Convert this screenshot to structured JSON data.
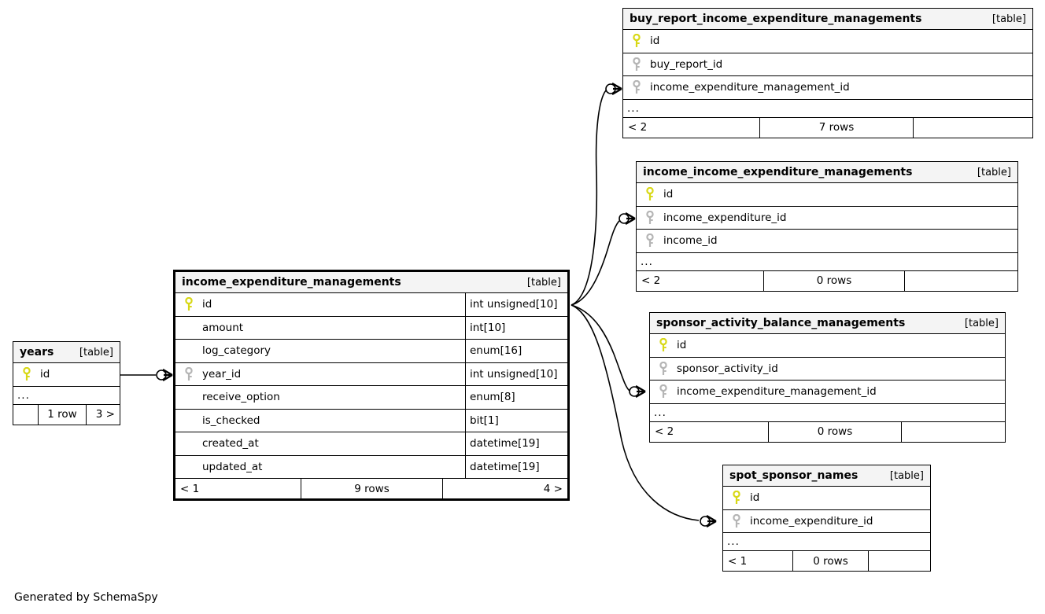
{
  "diagram": {
    "generator_credit": "Generated by SchemaSpy",
    "table_kind_label": "[table]",
    "ellipsis": "...",
    "colors": {
      "primary_key": "#e8e817",
      "foreign_key": "#b5b5b5",
      "header_background": "#f4f4f4",
      "border": "#000000",
      "background": "#ffffff"
    }
  },
  "tables": [
    {
      "id": "buy_report_income_expenditure_managements",
      "name": "buy_report_income_expenditure_managements",
      "kind": "[table]",
      "columns": [
        {
          "name": "id",
          "key": "primary",
          "type": ""
        },
        {
          "name": "buy_report_id",
          "key": "foreign",
          "type": ""
        },
        {
          "name": "income_expenditure_management_id",
          "key": "foreign",
          "type": ""
        }
      ],
      "has_more_columns": true,
      "footer": {
        "prev": "< 2",
        "rows": "7 rows",
        "next": ""
      }
    },
    {
      "id": "income_income_expenditure_managements",
      "name": "income_income_expenditure_managements",
      "kind": "[table]",
      "columns": [
        {
          "name": "id",
          "key": "primary",
          "type": ""
        },
        {
          "name": "income_expenditure_id",
          "key": "foreign",
          "type": ""
        },
        {
          "name": "income_id",
          "key": "foreign",
          "type": ""
        }
      ],
      "has_more_columns": true,
      "footer": {
        "prev": "< 2",
        "rows": "0 rows",
        "next": ""
      }
    },
    {
      "id": "sponsor_activity_balance_managements",
      "name": "sponsor_activity_balance_managements",
      "kind": "[table]",
      "columns": [
        {
          "name": "id",
          "key": "primary",
          "type": ""
        },
        {
          "name": "sponsor_activity_id",
          "key": "foreign",
          "type": ""
        },
        {
          "name": "income_expenditure_management_id",
          "key": "foreign",
          "type": ""
        }
      ],
      "has_more_columns": true,
      "footer": {
        "prev": "< 2",
        "rows": "0 rows",
        "next": ""
      }
    },
    {
      "id": "spot_sponsor_names",
      "name": "spot_sponsor_names",
      "kind": "[table]",
      "columns": [
        {
          "name": "id",
          "key": "primary",
          "type": ""
        },
        {
          "name": "income_expenditure_id",
          "key": "foreign",
          "type": ""
        }
      ],
      "has_more_columns": true,
      "footer": {
        "prev": "< 1",
        "rows": "0 rows",
        "next": ""
      }
    },
    {
      "id": "income_expenditure_managements",
      "name": "income_expenditure_managements",
      "kind": "[table]",
      "main": true,
      "columns": [
        {
          "name": "id",
          "key": "primary",
          "type": "int unsigned[10]"
        },
        {
          "name": "amount",
          "key": "none",
          "type": "int[10]"
        },
        {
          "name": "log_category",
          "key": "none",
          "type": "enum[16]"
        },
        {
          "name": "year_id",
          "key": "foreign",
          "type": "int unsigned[10]"
        },
        {
          "name": "receive_option",
          "key": "none",
          "type": "enum[8]"
        },
        {
          "name": "is_checked",
          "key": "none",
          "type": "bit[1]"
        },
        {
          "name": "created_at",
          "key": "none",
          "type": "datetime[19]"
        },
        {
          "name": "updated_at",
          "key": "none",
          "type": "datetime[19]"
        }
      ],
      "has_more_columns": false,
      "footer": {
        "prev": "< 1",
        "rows": "9 rows",
        "next": "4 >"
      }
    },
    {
      "id": "years",
      "name": "years",
      "kind": "[table]",
      "columns": [
        {
          "name": "id",
          "key": "primary",
          "type": ""
        }
      ],
      "has_more_columns": true,
      "footer": {
        "prev": "",
        "rows": "1 row",
        "next": "3 >"
      }
    }
  ],
  "relationships": [
    {
      "from": "years.id",
      "to": "income_expenditure_managements.year_id"
    },
    {
      "from": "income_expenditure_managements.id",
      "to": "buy_report_income_expenditure_managements.income_expenditure_management_id"
    },
    {
      "from": "income_expenditure_managements.id",
      "to": "income_income_expenditure_managements.income_expenditure_id"
    },
    {
      "from": "income_expenditure_managements.id",
      "to": "sponsor_activity_balance_managements.income_expenditure_management_id"
    },
    {
      "from": "income_expenditure_managements.id",
      "to": "spot_sponsor_names.income_expenditure_id"
    }
  ]
}
